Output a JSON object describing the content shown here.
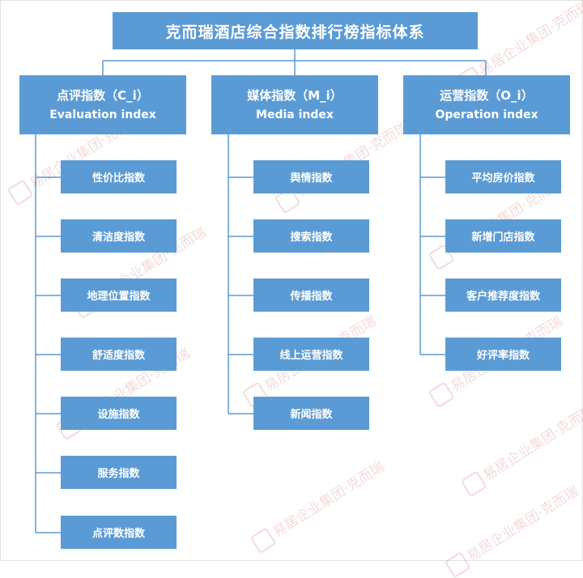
{
  "title": "克而瑞酒店综合指数排行榜指标体系",
  "categories": [
    {
      "cn": "点评指数（C_i）",
      "en": "Evaluation index",
      "items": [
        "性价比指数",
        "清洁度指数",
        "地理位置指数",
        "舒适度指数",
        "设施指数",
        "服务指数",
        "点评数指数"
      ]
    },
    {
      "cn": "媒体指数（M_i）",
      "en": "Media index",
      "items": [
        "舆情指数",
        "搜索指数",
        "传播指数",
        "线上运营指数",
        "新闻指数"
      ]
    },
    {
      "cn": "运营指数（O_i）",
      "en": "Operation index",
      "items": [
        "平均房价指数",
        "新增门店指数",
        "客户推荐度指数",
        "好评率指数"
      ]
    }
  ],
  "watermark": "易居企业集团·克而瑞",
  "colors": {
    "box": "#5b9bd5",
    "line": "#5b9bd5",
    "text": "#ffffff"
  }
}
